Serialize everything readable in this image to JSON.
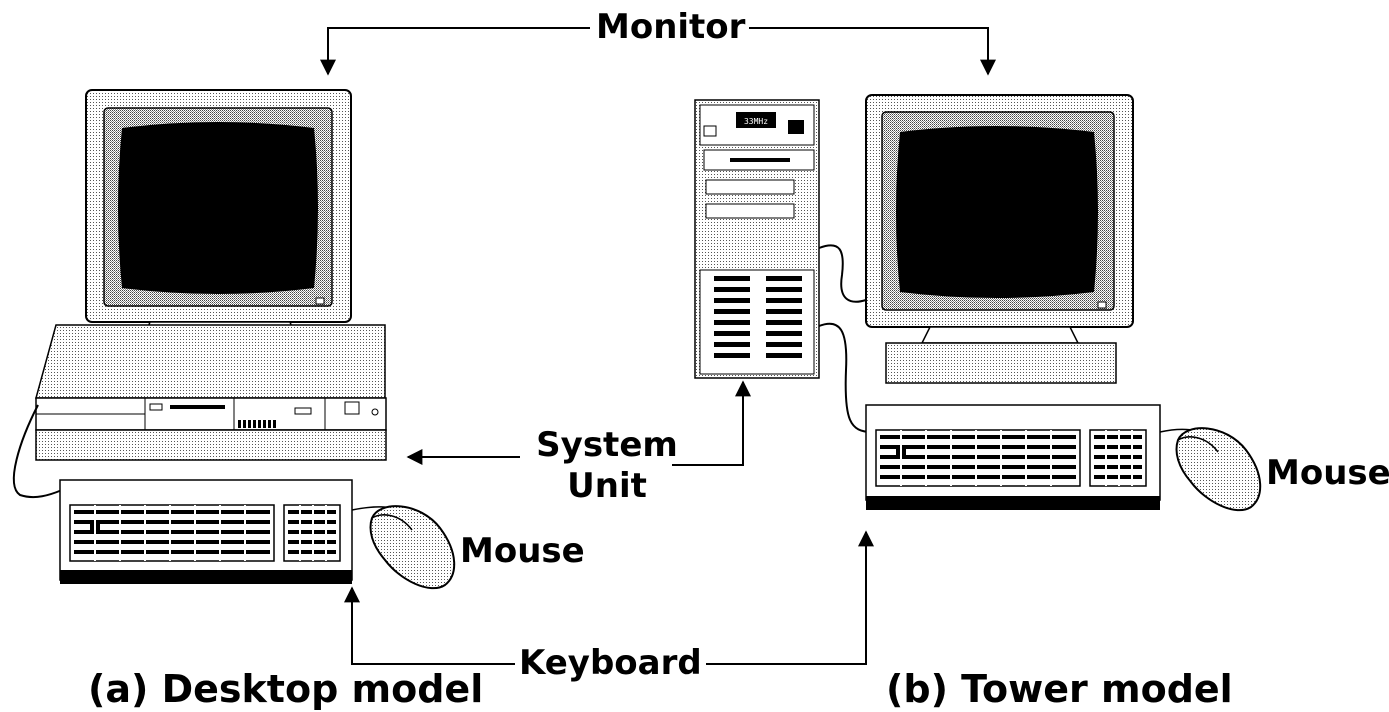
{
  "labels": {
    "monitor": "Monitor",
    "system_unit_line1": "System",
    "system_unit_line2": "Unit",
    "keyboard": "Keyboard",
    "mouse_left": "Mouse",
    "mouse_right": "Mouse",
    "tower_display": "33MHz"
  },
  "captions": {
    "desktop": "(a) Desktop model",
    "tower": "(b) Tower model"
  }
}
